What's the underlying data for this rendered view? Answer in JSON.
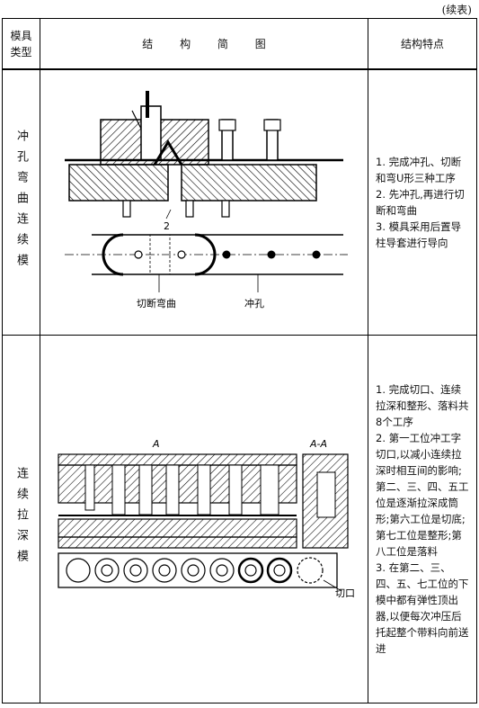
{
  "continued_label": "(续表)",
  "headers": {
    "type_line1": "模具",
    "type_line2": "类型",
    "diagram": "结 构 简 图",
    "features": "结构特点"
  },
  "rows": [
    {
      "type": "冲孔弯曲连续模",
      "diagram_labels": {
        "num2": "2",
        "cut_bend": "切断弯曲",
        "punch": "冲孔"
      },
      "features": [
        "1. 完成冲孔、切断和弯U形三种工序",
        "2. 先冲孔,再进行切断和弯曲",
        "3. 模具采用后置导柱导套进行导向"
      ]
    },
    {
      "type": "连续拉深模",
      "diagram_labels": {
        "a": "A",
        "aa": "A-A",
        "notch": "切口"
      },
      "features": [
        "1. 完成切口、连续拉深和整形、落料共8个工序",
        "2. 第一工位冲工字切口,以减小连续拉深时相互间的影响;第二、三、四、五工位是逐渐拉深成筒形;第六工位是切底;第七工位是整形;第八工位是落料",
        "3. 在第二、三、四、五、七工位的下模中都有弹性顶出器,以便每次冲压后托起整个带料向前送进"
      ]
    }
  ]
}
